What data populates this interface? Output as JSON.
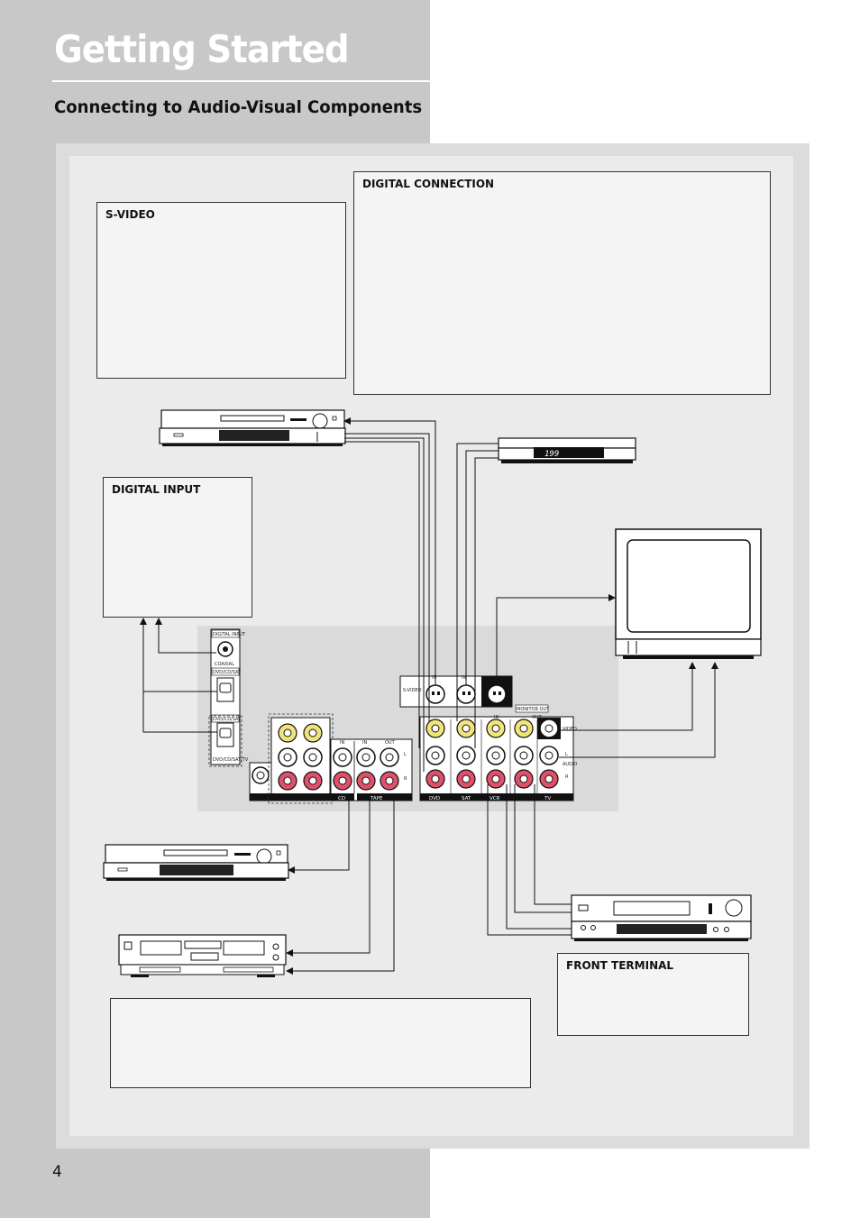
{
  "header": {
    "title": "Getting Started",
    "subtitle": "Connecting to Audio-Visual Components"
  },
  "boxes": {
    "svideo_label": "S-VIDEO",
    "digital_connection_label": "DIGITAL CONNECTION",
    "digital_input_label": "DIGITAL INPUT",
    "front_terminal_label": "FRONT TERMINAL"
  },
  "receiver": {
    "digital_input_header": "DIGITAL INPUT",
    "coaxial": "COAXIAL",
    "optical1": "DVD/CD/SAT",
    "optical2": "DVD/CD/SAT",
    "optical3": "DVD/CD/SAT/TV",
    "svideo": "S-VIDEO",
    "in1": "IN",
    "in2": "IN",
    "in3": "IN",
    "in_cd": "IN",
    "in_tape": "IN",
    "out_tape": "OUT",
    "out_video": "OUT",
    "monitor_out": "MONITOR OUT",
    "video": "VIDEO",
    "audio": "AUDIO",
    "l": "L",
    "r": "R",
    "l2": "L",
    "r2": "R",
    "sections": {
      "cd": "CD",
      "tape": "TAPE",
      "dvd": "DVD",
      "sat": "SAT",
      "vcr": "VCR",
      "tv": "TV"
    }
  },
  "devices": {
    "sat_display": "199"
  },
  "footer": {
    "page_number": "4"
  },
  "colors": {
    "band": "#c8c8c8",
    "video_jack": "#f2e37a",
    "audio_right_jack": "#e0506a",
    "panel": "#dcdcdc"
  }
}
